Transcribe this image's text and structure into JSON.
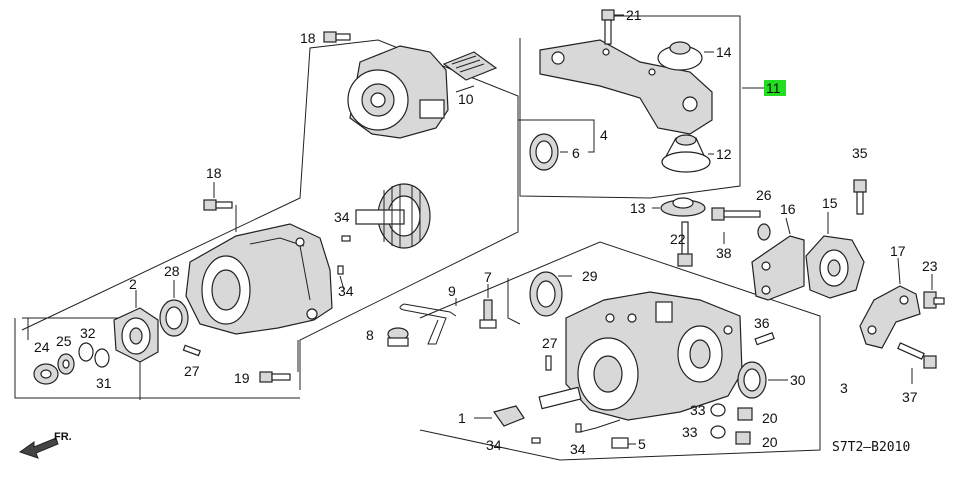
{
  "diagram": {
    "code": "S7T2–B2010",
    "front_label": "FR.",
    "highlight_color": "#22dd22",
    "callouts": {
      "p1": "1",
      "p2": "2",
      "p3": "3",
      "p4": "4",
      "p5": "5",
      "p6": "6",
      "p7": "7",
      "p8": "8",
      "p9": "9",
      "p10": "10",
      "p11": "11",
      "p12": "12",
      "p13": "13",
      "p14": "14",
      "p15": "15",
      "p16": "16",
      "p17": "17",
      "p18a": "18",
      "p18b": "18",
      "p19": "19",
      "p20a": "20",
      "p20b": "20",
      "p21": "21",
      "p22": "22",
      "p23": "23",
      "p24": "24",
      "p25": "25",
      "p26": "26",
      "p27a": "27",
      "p27b": "27",
      "p28": "28",
      "p29": "29",
      "p30": "30",
      "p31": "31",
      "p32": "32",
      "p33a": "33",
      "p33b": "33",
      "p34a": "34",
      "p34b": "34",
      "p34c": "34",
      "p34d": "34",
      "p35": "35",
      "p36": "36",
      "p37": "37",
      "p38": "38"
    }
  }
}
